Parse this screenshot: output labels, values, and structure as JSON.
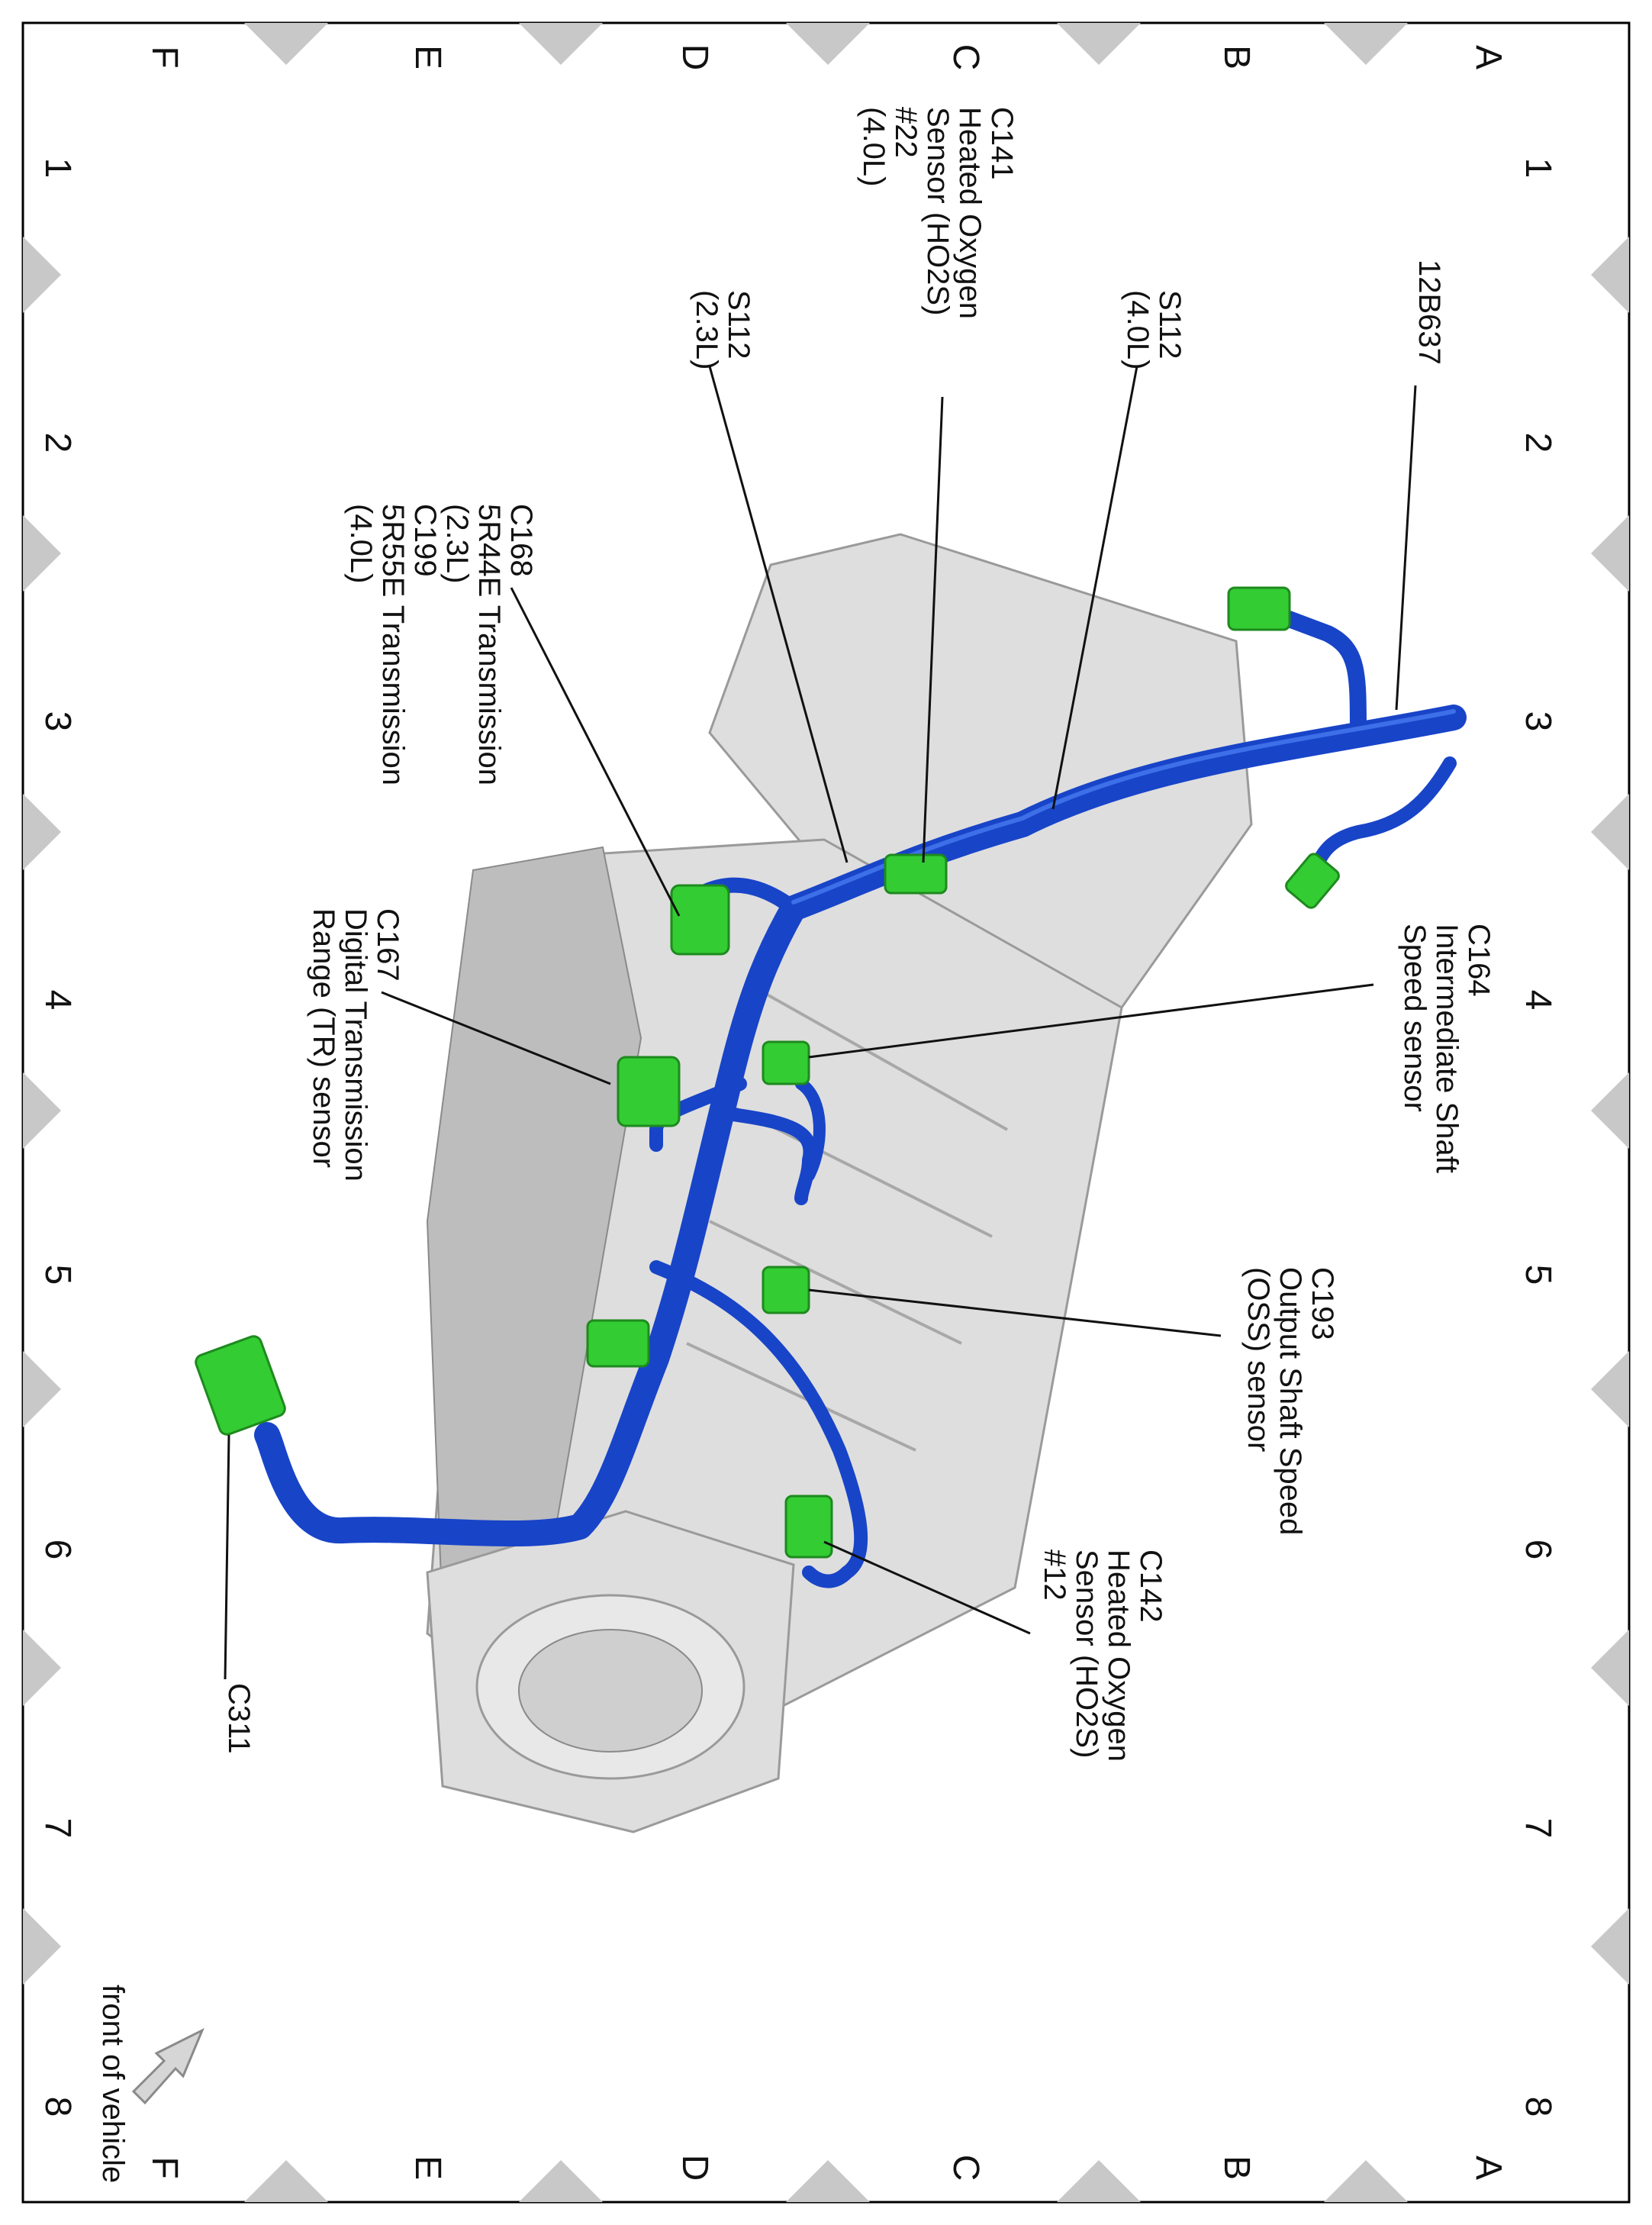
{
  "grid": {
    "rows": [
      "A",
      "B",
      "C",
      "D",
      "E",
      "F"
    ],
    "columns": [
      "1",
      "2",
      "3",
      "4",
      "5",
      "6",
      "7",
      "8"
    ]
  },
  "callouts": {
    "c12b637": [
      "12B637"
    ],
    "s112_40": [
      "S112",
      "(4.0L)"
    ],
    "c141": [
      "C141",
      "Heated Oxygen",
      "Sensor (HO2S)",
      "#22",
      "(4.0L)"
    ],
    "s112_23": [
      "S112",
      "(2.3L)"
    ],
    "c168": [
      "C168",
      "5R44E Transmission",
      "(2.3L)",
      "C199",
      "5R55E Transmission",
      "(4.0L)"
    ],
    "c167": [
      "C167",
      "Digital Transmission",
      "Range (TR) sensor"
    ],
    "c164": [
      "C164",
      "Intermediate Shaft",
      "Speed sensor"
    ],
    "c193": [
      "C193",
      "Output Shaft Speed",
      "(OSS) sensor"
    ],
    "c142": [
      "C142",
      "Heated Oxygen",
      "Sensor (HO2S)",
      "#12"
    ],
    "c311": [
      "C311"
    ]
  },
  "orientation": {
    "label": "front of vehicle",
    "icon": "arrow-icon"
  },
  "colors": {
    "harness": "#1844c8",
    "connector": "#33cc33",
    "transmission": "#dedede",
    "marker": "#c8c8c8"
  }
}
